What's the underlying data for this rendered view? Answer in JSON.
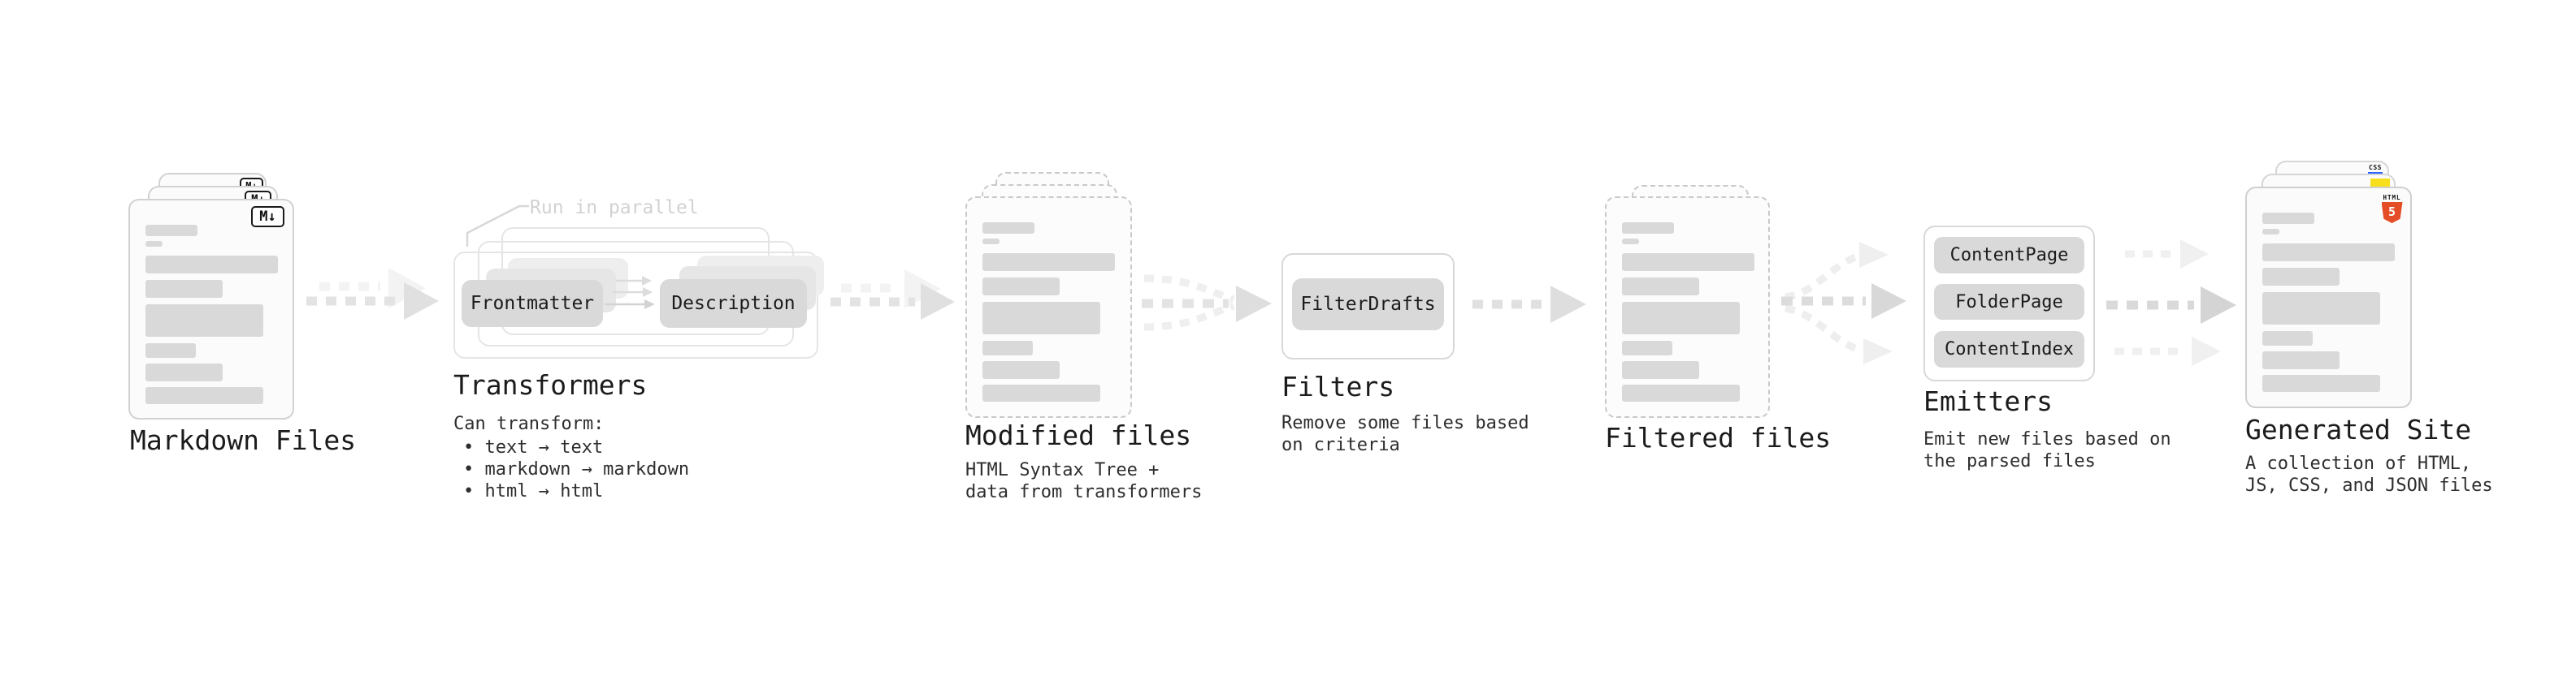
{
  "colors": {
    "pill": "#d9d9d9",
    "bar": "#d9d9d9",
    "html5_orange": "#e44d26",
    "js_yellow": "#f7df1e",
    "css_blue": "#2962ff"
  },
  "markdown_files": {
    "label": "Markdown Files",
    "badge": "M↓"
  },
  "transformers": {
    "label": "Transformers",
    "note": "Run in parallel",
    "pill_frontmatter": "Frontmatter",
    "pill_description": "Description",
    "desc_heading": "Can transform:",
    "bullet_1": "• text → text",
    "bullet_2": "• markdown → markdown",
    "bullet_3": "• html → html"
  },
  "modified_files": {
    "label": "Modified files",
    "desc_line_1": "HTML Syntax Tree +",
    "desc_line_2": "data from transformers"
  },
  "filters": {
    "label": "Filters",
    "pill_filterdrafts": "FilterDrafts",
    "desc_line_1": "Remove some files based",
    "desc_line_2": "on criteria"
  },
  "filtered_files": {
    "label": "Filtered files"
  },
  "emitters": {
    "label": "Emitters",
    "pill_contentpage": "ContentPage",
    "pill_folderpage": "FolderPage",
    "pill_contentindex": "ContentIndex",
    "desc_line_1": "Emit new files based on",
    "desc_line_2": "the parsed files"
  },
  "generated_site": {
    "label": "Generated Site",
    "desc_line_1": "A collection of HTML,",
    "desc_line_2": "JS, CSS, and JSON files",
    "badge_html_label": "HTML",
    "badge_html_number": "5",
    "badge_css": "CSS"
  }
}
